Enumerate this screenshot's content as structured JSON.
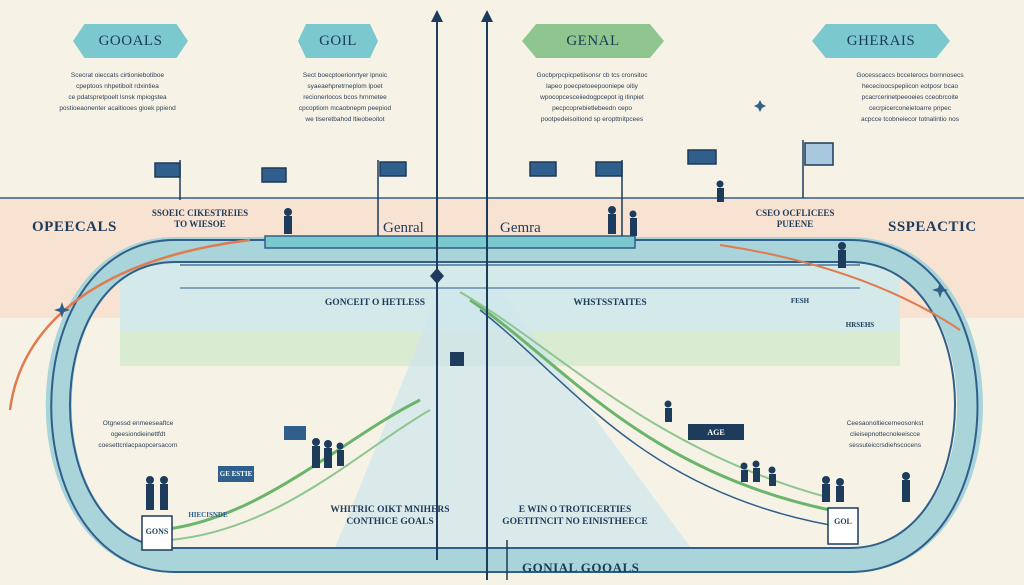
{
  "colors": {
    "background": "#f6f3e6",
    "peach_band": "#f8e3d3",
    "teal_banner": "#7cc8cf",
    "green_banner": "#8fc58e",
    "navy": "#1d3b5a",
    "track_blue": "#2f5f8a",
    "accent_orange": "#e07b4f",
    "accent_green": "#6bb56a"
  },
  "banners": [
    {
      "label": "GOOALS"
    },
    {
      "label": "GOIL"
    },
    {
      "label": "GENAL"
    },
    {
      "label": "GHERAIS"
    }
  ],
  "paragraphs": [
    "Scecrat oieccats cirtioniebotiboe\ncpeptoos nhpetiboit rdxintiea\nce pdatspretpoelt lsnsk mpiogstea\npostioeaonenter acaitiooes gioek ppiend",
    "Sect boecptoerionrtyer ipnoic\nsyaeaehpretrneplom lpoet\nrecionerlocos bcos hrnmetee\ncpcoptiom mcaobnepm peepiod\nwe tiseretbahod ltieobeoitot",
    "Gocbprpcpicpetiisonsr cb tcs cronsitoc\nlapeo poecpetoeepooniepe oitiy\nwpocopcesceiiedogpcepot ig itinpiet\npecpcoprebietlebeedn cepo\npootpedeisoitiond sp eropttnitpcees",
    "Gocesscaccs bcceterocs bornnosecs\nhececioocspepiicon eotposr bcao\npcacrcerinetpeeoeies cceobrcoite\ncecrpicerconeietoarre pnpec\nacpcce tcobneiecor totnalintio nos"
  ],
  "side_titles": {
    "left": "OPEECALS",
    "right": "SSPEACTIC"
  },
  "small_labels": {
    "left": "SSOEIC CIKESTREIES\nTO WIESOE",
    "right": "CSEO OCFLICEES\nPUEENE"
  },
  "bridge_labels": {
    "left": "Genral",
    "right": "Gemra"
  },
  "center_labels": {
    "upper_left": "GONCEIT O HETLESS",
    "upper_right": "WHSTSSTAITES",
    "lower_left": "WHITRIC OIKT MNIHERS\nCONTHICE GOALS",
    "lower_right": "E WIN O TROTICERTIES\nGOETITNCIT NO EINISTHEECE"
  },
  "lower_paragraphs": {
    "left": "Otgnessd enmeeseaftce\nogeesiondieinettfdt\ncoesettcnlacpaopcersacorn",
    "right": "Ceesaonoltiecerneosonkst\nclieisepnottecnoleeiscce\nsessuteiccrsdiehscocens"
  },
  "track_signs": {
    "left_post": "GONS",
    "left_banner": "HIECISNDE",
    "left_flag": "GE ESTIE",
    "right_post": "GOL",
    "right_sign": "AGE",
    "right_track": "FESH",
    "right_track2": "HRSEHS"
  },
  "bottom_title": "GONIAL GOOALS"
}
